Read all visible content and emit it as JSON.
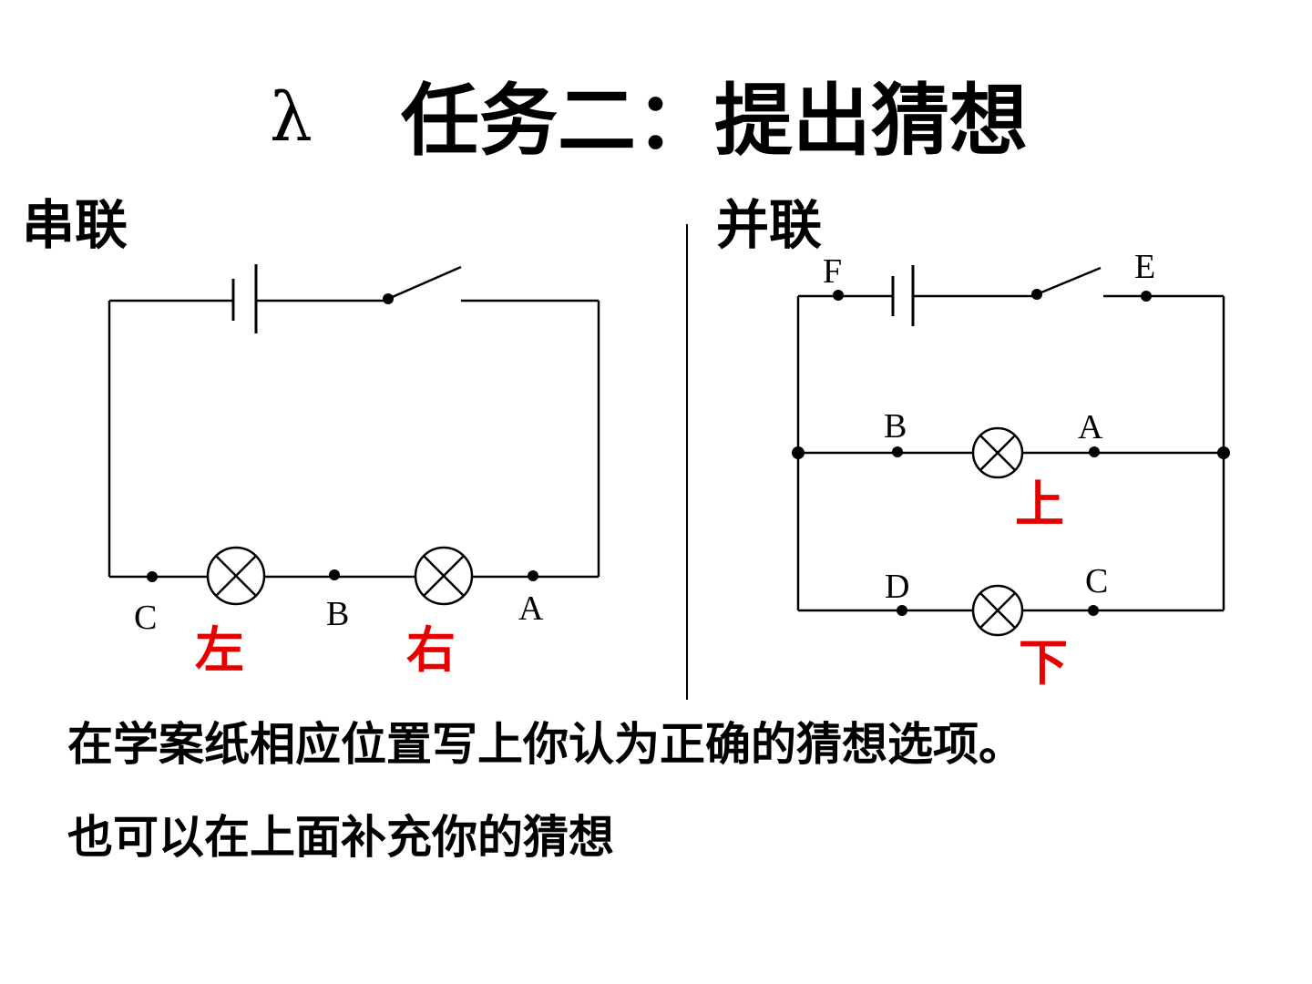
{
  "slide": {
    "bullet_symbol": "λ",
    "title": "任务二：提出猜想",
    "series_label": "串联",
    "parallel_label": "并联",
    "instruction_line1": "在学案纸相应位置写上你认为正确的猜想选项。",
    "instruction_line2": "也可以在上面补充你的猜想"
  },
  "series_circuit": {
    "point_labels": [
      "C",
      "B",
      "A"
    ],
    "bulb_labels": [
      "左",
      "右"
    ]
  },
  "parallel_circuit": {
    "point_labels": [
      "F",
      "E",
      "B",
      "A",
      "D",
      "C"
    ],
    "branch_labels": [
      "上",
      "下"
    ]
  },
  "colors": {
    "accent_red": "#e60000",
    "wire": "#000000"
  }
}
